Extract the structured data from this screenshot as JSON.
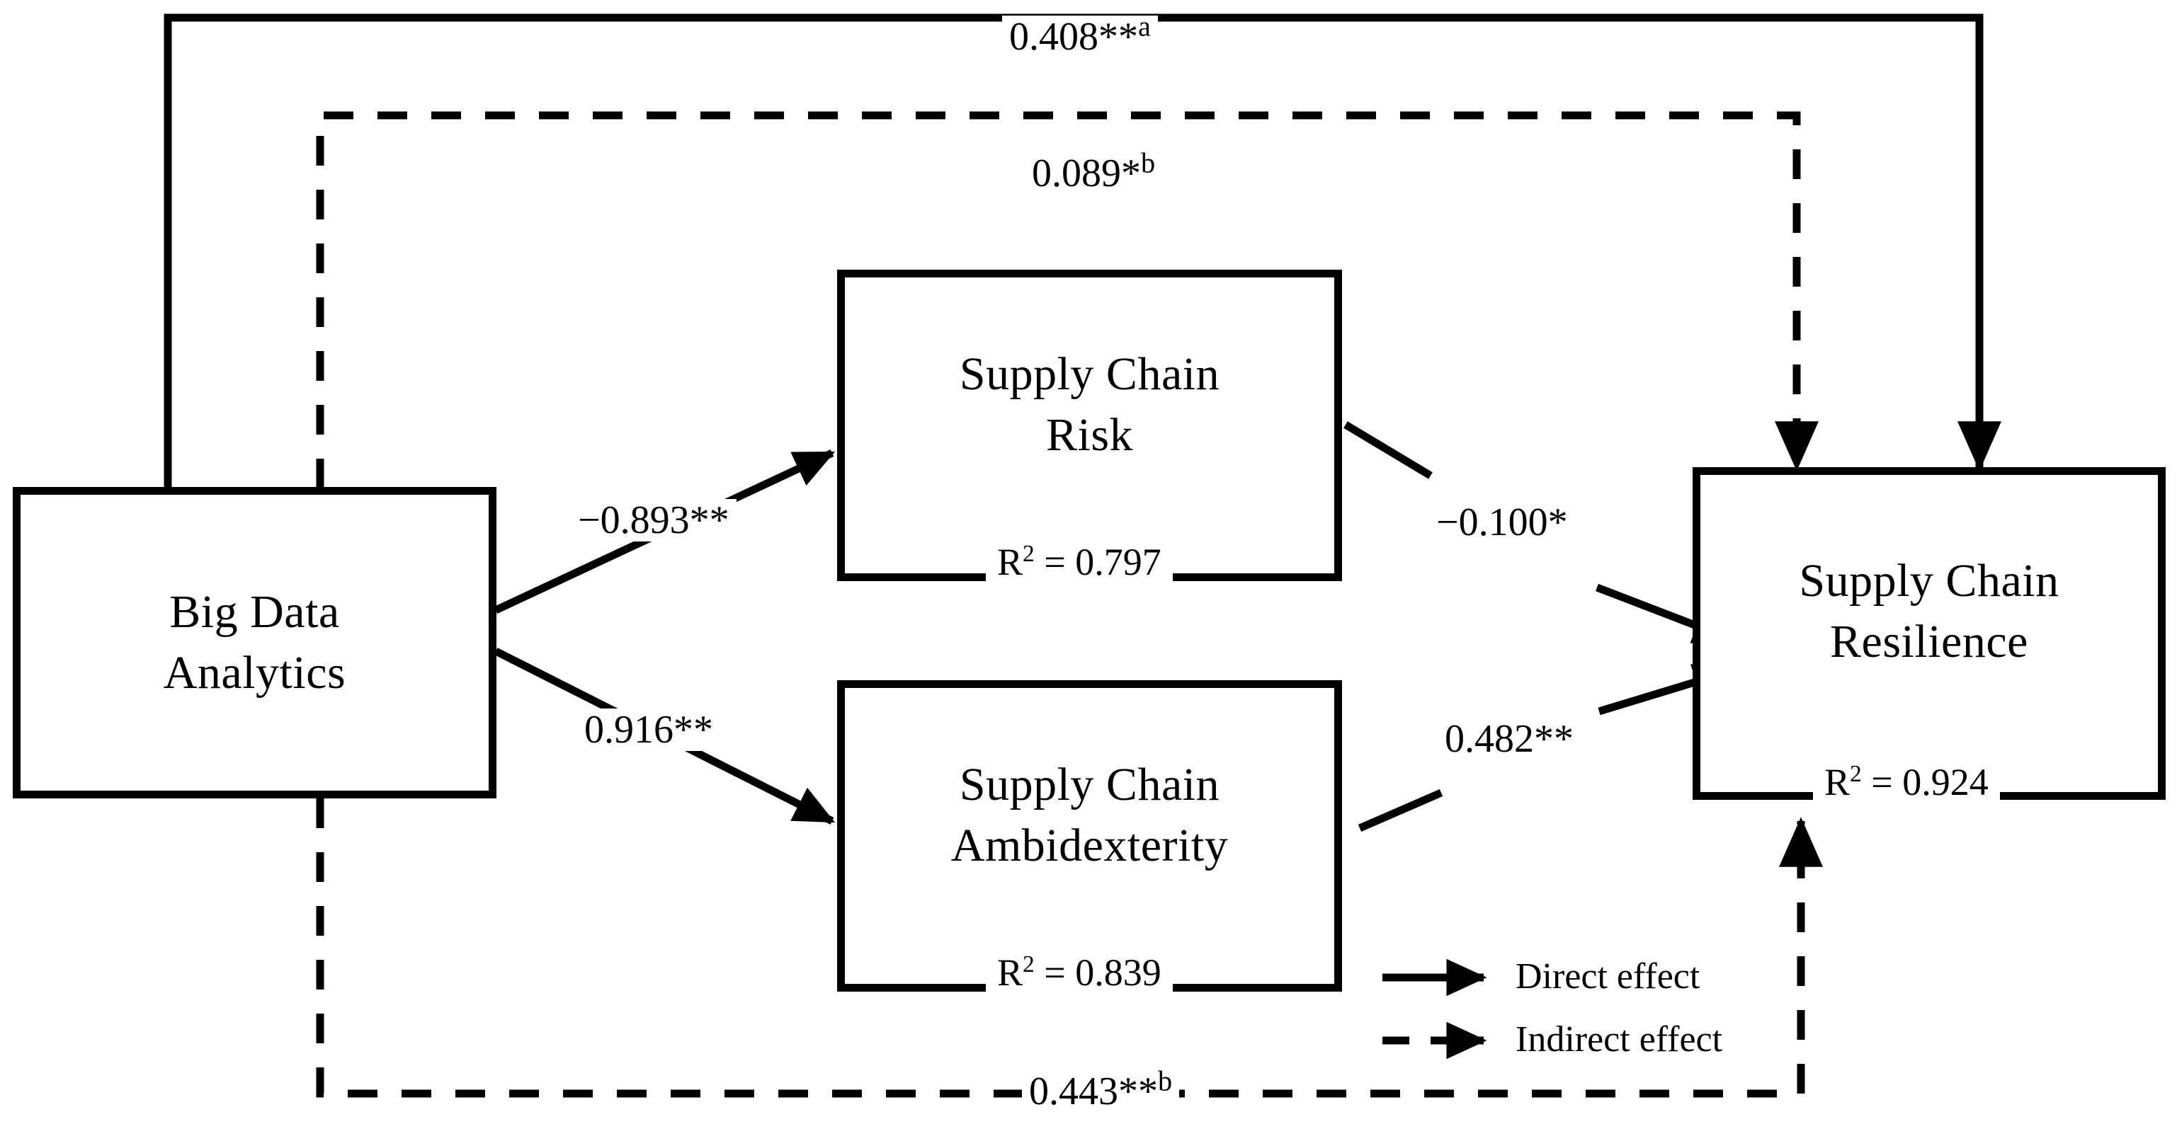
{
  "diagram": {
    "type": "structural-equation-model",
    "nodes": [
      {
        "id": "big-data-analytics",
        "label": "Big Data\nAnalytics",
        "r2": null
      },
      {
        "id": "supply-chain-risk",
        "label": "Supply Chain\nRisk",
        "r2_prefix": "R",
        "r2_exp": "2",
        "r2_value": " = 0.797"
      },
      {
        "id": "supply-chain-ambidexterity",
        "label": "Supply Chain\nAmbidexterity",
        "r2_prefix": "R",
        "r2_exp": "2",
        "r2_value": " = 0.839"
      },
      {
        "id": "supply-chain-resilience",
        "label": "Supply Chain\nResilience",
        "r2_prefix": "R",
        "r2_exp": "2",
        "r2_value": " = 0.924"
      }
    ],
    "edges": [
      {
        "id": "bda-to-scres-direct",
        "from": "big-data-analytics",
        "to": "supply-chain-resilience",
        "coefficient": "0.408**",
        "note": "a",
        "style": "solid",
        "effect": "direct"
      },
      {
        "id": "bda-to-scres-indirect-risk",
        "from": "big-data-analytics",
        "to": "supply-chain-resilience",
        "coefficient": "0.089*",
        "note": "b",
        "style": "dashed",
        "effect": "indirect"
      },
      {
        "id": "bda-to-scrisk",
        "from": "big-data-analytics",
        "to": "supply-chain-risk",
        "coefficient": "−0.893**",
        "note": "",
        "style": "solid",
        "effect": "direct"
      },
      {
        "id": "scrisk-to-scres",
        "from": "supply-chain-risk",
        "to": "supply-chain-resilience",
        "coefficient": "−0.100*",
        "note": "",
        "style": "solid",
        "effect": "direct"
      },
      {
        "id": "bda-to-scamb",
        "from": "big-data-analytics",
        "to": "supply-chain-ambidexterity",
        "coefficient": "0.916**",
        "note": "",
        "style": "solid",
        "effect": "direct"
      },
      {
        "id": "scamb-to-scres",
        "from": "supply-chain-ambidexterity",
        "to": "supply-chain-resilience",
        "coefficient": "0.482**",
        "note": "",
        "style": "solid",
        "effect": "direct"
      },
      {
        "id": "bda-to-scres-indirect-amb",
        "from": "big-data-analytics",
        "to": "supply-chain-resilience",
        "coefficient": "0.443**",
        "note": "b",
        "style": "dashed",
        "effect": "indirect"
      }
    ],
    "legend": {
      "direct": "Direct effect",
      "indirect": "Indirect effect"
    }
  }
}
